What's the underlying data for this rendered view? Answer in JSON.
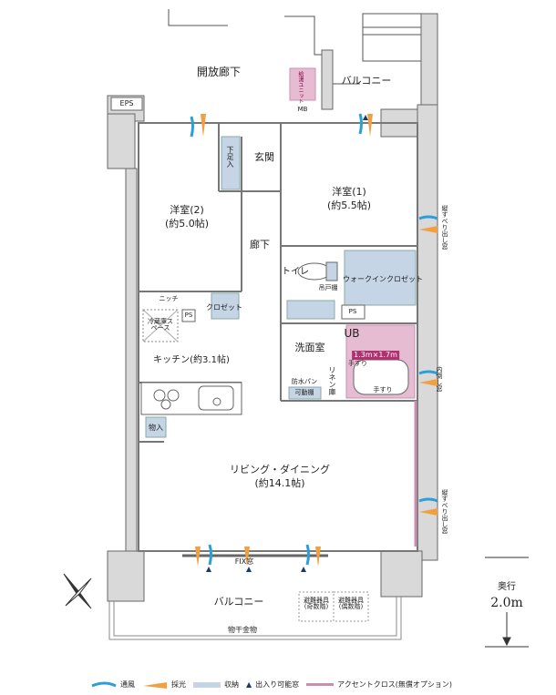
{
  "rooms": {
    "open_corridor": "開放廊下",
    "eps": "EPS",
    "balcony_top": "バルコニー",
    "mb": "MB",
    "water_heater": "給湯ユニット",
    "entrance": "玄関",
    "shoe_storage": "下足入",
    "western1_name": "洋室(1)",
    "western1_size": "(約5.5帖)",
    "western2_name": "洋室(2)",
    "western2_size": "(約5.0帖)",
    "hallway": "廊下",
    "toilet": "トイレ",
    "hanging_shelf": "吊戸棚",
    "walk_in_closet": "ウォークインクロゼット",
    "niche": "ニッチ",
    "closet": "クロゼット",
    "ps_left": "PS",
    "ps_right": "PS",
    "fridge_space": "冷蔵庫スペース",
    "kitchen": "キッチン(約3.1帖)",
    "washroom": "洗面室",
    "ub": "UB",
    "ub_size": "1.3m×1.7m",
    "handrail1": "手すり",
    "handrail2": "手すり",
    "waterproof_pan": "防水パン",
    "movable_shelf": "可動棚",
    "linen": "リネン庫",
    "storage": "物入",
    "living_name": "リビング・ダイニング",
    "living_size": "(約14.1帖)",
    "fix_window": "FIX窓",
    "balcony_bottom": "バルコニー",
    "escape_odd": "避難器具\n(奇数階)",
    "escape_even": "避難器具\n(偶数階)",
    "laundry_hardware": "物干金物",
    "window_vertical_1": "縦すべり出し窓",
    "window_inner": "内倒し窓",
    "window_vertical_2": "縦すべり出し窓",
    "depth_label": "奥行",
    "depth_value": "2.0m"
  },
  "legend": {
    "ventilation": "通風",
    "daylight": "採光",
    "storage": "収納",
    "access_window": "出入り可能窓",
    "accent_cloth": "アクセントクロス(無償オプション)"
  },
  "colors": {
    "wind": "#2a9fd8",
    "light": "#f0a040",
    "storage": "#c5d5e6",
    "accent": "#c98fb0",
    "wall": "#d9d9d9"
  }
}
